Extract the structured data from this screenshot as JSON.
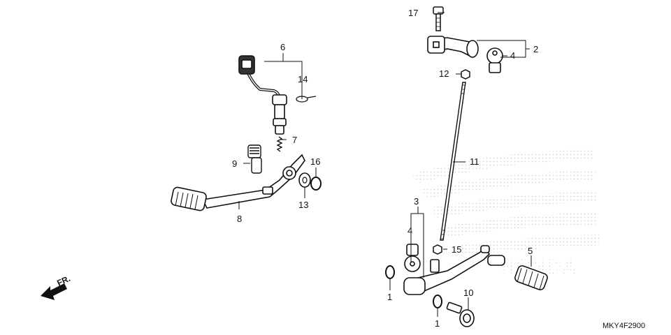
{
  "diagram_code": "MKY4F2900",
  "direction_label": "FR.",
  "callouts": {
    "c1a": "1",
    "c1b": "1",
    "c2": "2",
    "c3": "3",
    "c4a": "4",
    "c4b": "4",
    "c5": "5",
    "c6": "6",
    "c7": "7",
    "c8": "8",
    "c9": "9",
    "c10": "10",
    "c11": "11",
    "c12": "12",
    "c13": "13",
    "c14": "14",
    "c15": "15",
    "c16": "16",
    "c17": "17"
  },
  "colors": {
    "line": "#111111",
    "watermark": "#d9d9d9"
  }
}
